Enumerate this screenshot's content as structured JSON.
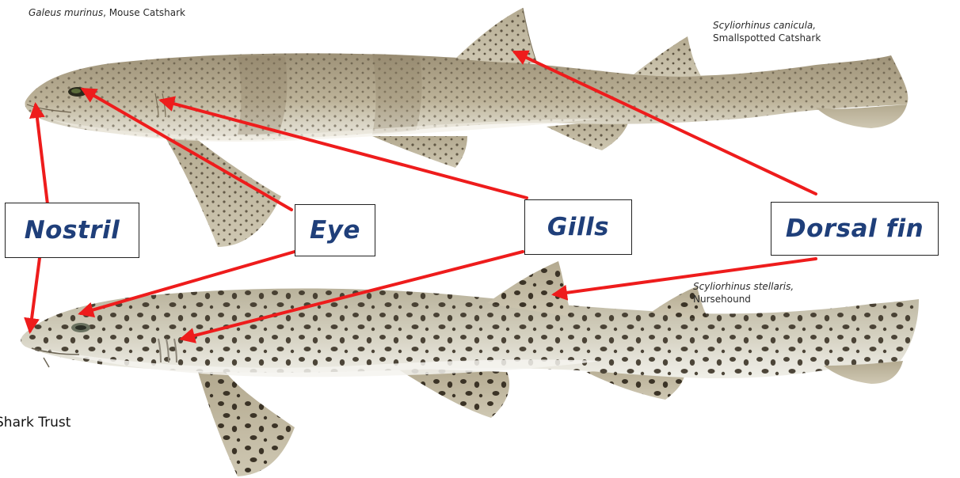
{
  "captions": {
    "top_left": {
      "species": "Galeus murinus",
      "common": ", Mouse Catshark"
    },
    "top_right": {
      "species": "Scyliorhinus canicula",
      "common": "Smallspotted Catshark"
    },
    "bottom_right": {
      "species": "Scyliorhinus stellaris",
      "common": "Nursehound"
    }
  },
  "credit": "Shark Trust",
  "labels": {
    "nostril": "Nostril",
    "eye": "Eye",
    "gills": "Gills",
    "dorsal_fin": "Dorsal fin"
  },
  "colors": {
    "label_text": "#1f3f7a",
    "arrow": "#ee1c1c",
    "shark_top_body": "#b8ad93",
    "shark_bottom_body": "#cfcab6",
    "spots": "#3b3326"
  }
}
